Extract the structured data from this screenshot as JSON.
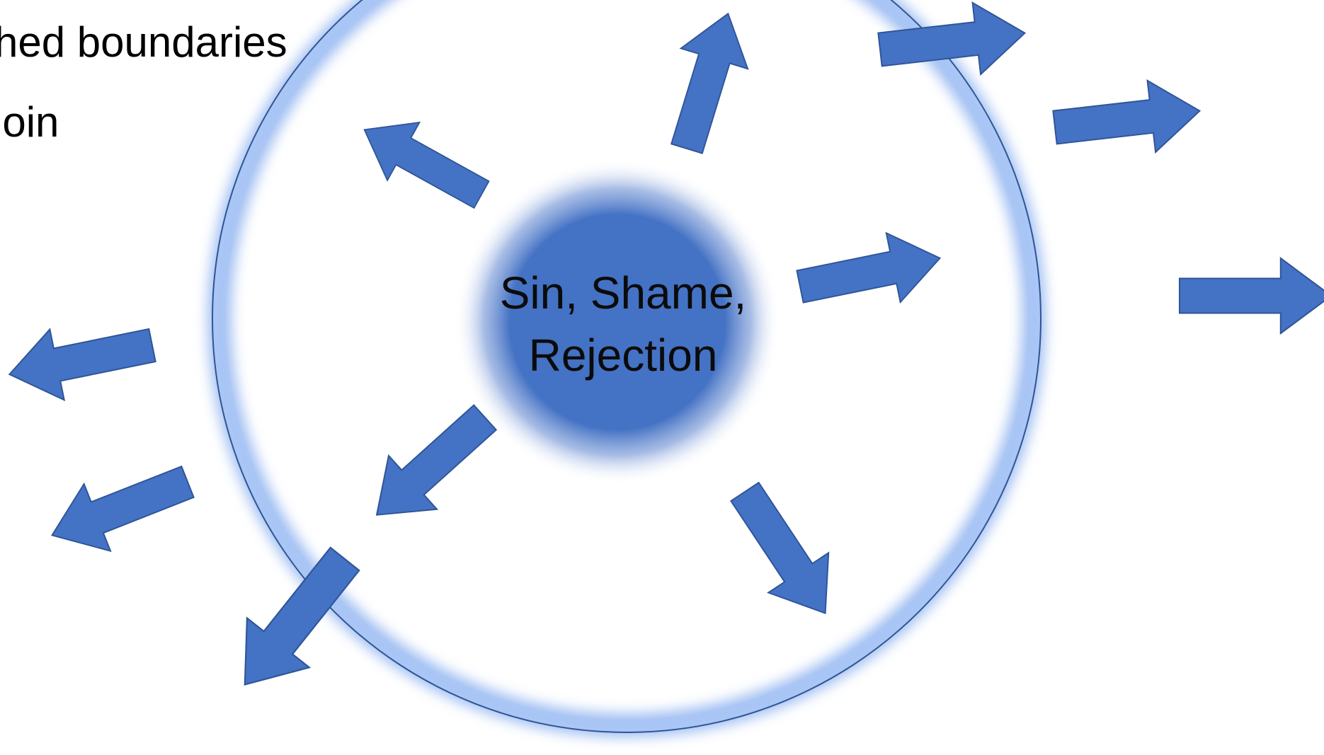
{
  "text_fragments": {
    "top_line": "hed boundaries",
    "second_line": "join"
  },
  "center": {
    "line1": "Sin, Shame,",
    "line2": "Rejection"
  },
  "colors": {
    "arrow_fill": "#4472c4",
    "arrow_stroke": "#2f5597",
    "ring_glow": "#8fb4f0",
    "ring_line": "#2f5597",
    "core_fill": "#4472c4",
    "background": "#ffffff",
    "text": "#000000"
  },
  "icons": {
    "arrow": "block-arrow-icon",
    "ring": "boundary-ring",
    "core": "glowing-core-circle"
  }
}
